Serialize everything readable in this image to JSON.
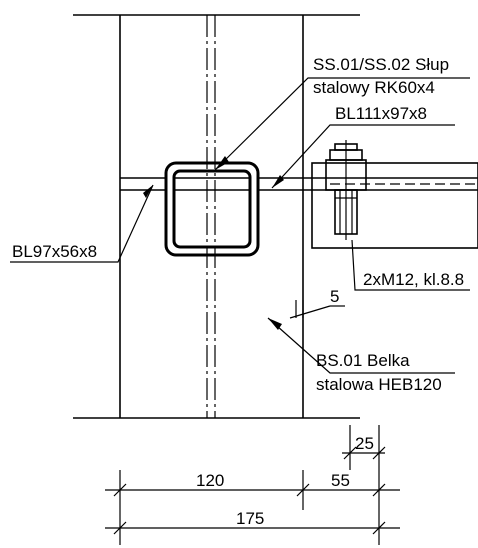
{
  "labels": {
    "column_line1": "SS.01/SS.02 Słup",
    "column_line2": "stalowy RK60x4",
    "plate_top": "BL111x97x8",
    "plate_left": "BL97x56x8",
    "bolts": "2xM12, kl.8.8",
    "gap": "5",
    "beam_line1": "BS.01 Belka",
    "beam_line2": "stalowa HEB120"
  },
  "dimensions": {
    "d25": "25",
    "d120": "120",
    "d55": "55",
    "d175": "175"
  }
}
